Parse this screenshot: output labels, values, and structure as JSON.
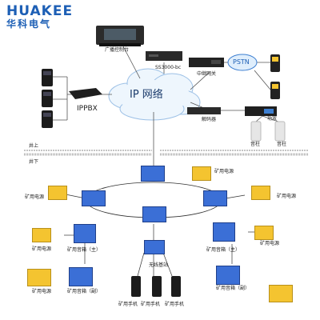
{
  "brand": {
    "name_en": "HUAKEE",
    "name_cn": "华科电气"
  },
  "labels": {
    "broadcast": "广播控制台",
    "ss3000": "SS3000-bc",
    "pstn": "PSTN",
    "trunk_gateway": "中继网关",
    "ip_network": "IP 网络",
    "ippbx": "IPPBX",
    "decoder": "解码器",
    "amp": "功放",
    "speaker": "音柱",
    "surface": "井上",
    "underground": "井下",
    "mine_power": "矿用电源",
    "mine_speaker_main": "矿用音箱（主）",
    "mine_speaker_sub": "矿用音箱（副）",
    "wireless_base": "无线基站",
    "mine_phone": "矿用手机"
  },
  "colors": {
    "brand": "#1d5fb5",
    "yellow_box": "#f4c430",
    "blue_box": "#3b6fd6",
    "cloud": "#eef6fd",
    "line": "#555555"
  }
}
